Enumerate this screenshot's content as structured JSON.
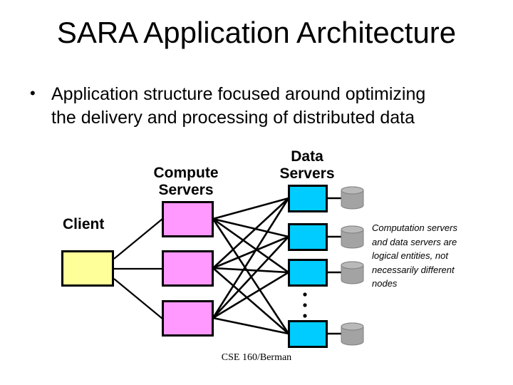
{
  "slide": {
    "title": "SARA Application Architecture",
    "bullet_marker": "•",
    "bullet_lines": [
      "Application structure focused around optimizing",
      "the delivery and processing of distributed data"
    ],
    "footer": "CSE 160/Berman"
  },
  "diagram": {
    "client_label": "Client",
    "compute_label": "Compute\nServers",
    "data_label": "Data\nServers",
    "note_lines": [
      "Computation servers",
      "and data servers are",
      "logical entities, not",
      "necessarily different",
      "nodes"
    ],
    "counts": {
      "clients": 1,
      "compute_servers": 3,
      "data_servers": 4,
      "disks": 4
    },
    "colors": {
      "client_box": "#FFFF99",
      "compute_box": "#FF99FF",
      "data_box": "#00CCFF",
      "disk_body": "#A3A3A3",
      "disk_top": "#B9B9B9",
      "disk_outline": "#7F7F7F",
      "edge": "#000000"
    }
  }
}
